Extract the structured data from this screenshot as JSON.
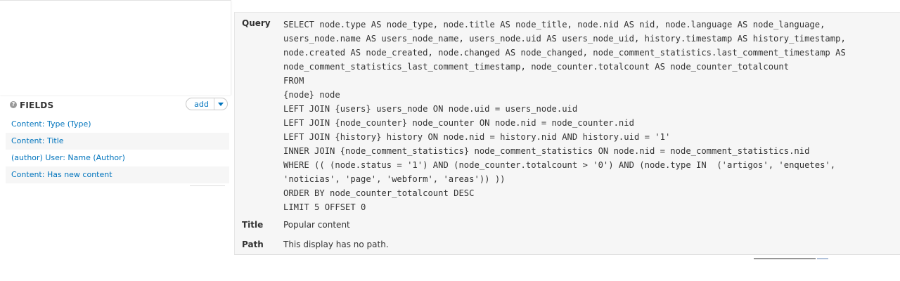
{
  "fields": {
    "title": "FIELDS",
    "add_label": "add",
    "items": [
      "Content: Type (Type)",
      "Content: Title",
      "(author) User: Name (Author)",
      "Content: Has new content"
    ]
  },
  "preview": {
    "query_label": "Query",
    "query_lines": [
      "SELECT node.type AS node_type, node.title AS node_title, node.nid AS nid, node.language AS node_language,",
      "users_node.name AS users_node_name, users_node.uid AS users_node_uid, history.timestamp AS history_timestamp,",
      "node.created AS node_created, node.changed AS node_changed, node_comment_statistics.last_comment_timestamp AS",
      "node_comment_statistics_last_comment_timestamp, node_counter.totalcount AS node_counter_totalcount",
      "FROM",
      "{node} node",
      "LEFT JOIN {users} users_node ON node.uid = users_node.uid",
      "LEFT JOIN {node_counter} node_counter ON node.nid = node_counter.nid",
      "LEFT JOIN {history} history ON node.nid = history.nid AND history.uid = '1'",
      "INNER JOIN {node_comment_statistics} node_comment_statistics ON node.nid = node_comment_statistics.nid",
      "WHERE (( (node.status = '1') AND (node_counter.totalcount > '0') AND (node.type IN  ('artigos', 'enquetes',",
      "'noticias', 'page', 'webform', 'areas')) ))",
      "ORDER BY node_counter_totalcount DESC",
      "LIMIT 5 OFFSET 0"
    ],
    "title_label": "Title",
    "title_value": "Popular content",
    "path_label": "Path",
    "path_value": "This display has no path."
  },
  "colors": {
    "link": "#0074bd",
    "text": "#333333",
    "panel_bg": "#f6f6f6"
  }
}
